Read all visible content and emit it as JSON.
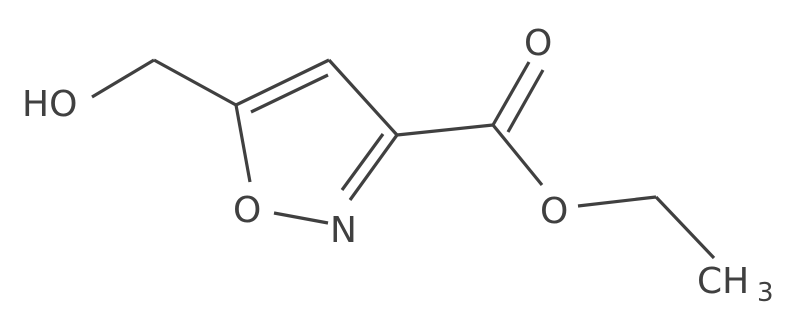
{
  "molecule": {
    "atom_labels": {
      "hydroxyl": "HO",
      "ring_oxygen": "O",
      "ring_nitrogen": "N",
      "carbonyl_oxygen": "O",
      "ester_oxygen": "O",
      "methyl_main": "CH",
      "methyl_subscript": "3"
    },
    "colors": {
      "ink": "#404040",
      "background": "#ffffff"
    }
  }
}
